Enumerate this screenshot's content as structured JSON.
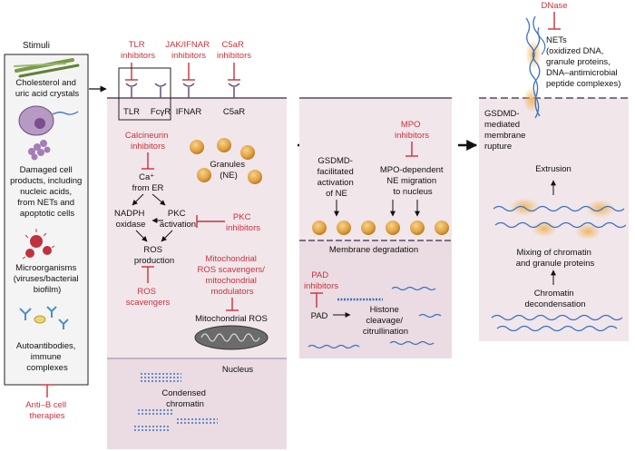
{
  "colors": {
    "inhibitor_red": "#c8323c",
    "panel_fill": "#f1e6ea",
    "panel_fill_lower": "#eadce2",
    "membrane": "#5a4a60",
    "dna_blue": "#3b6fc4",
    "granule_orange": "#e8a640"
  },
  "stimuli": {
    "title": "Stimuli",
    "items": [
      {
        "label": "Cholesterol and uric acid crystals",
        "lines": [
          "Cholesterol and",
          "uric acid crystals"
        ]
      },
      {
        "label": "Damaged cell products",
        "lines": [
          "Damaged cell",
          "products, including",
          "nucleic acids,",
          "from NETs and",
          "apoptotic cells"
        ]
      },
      {
        "label": "Microorganisms",
        "lines": [
          "Microorganisms",
          "(viruses/bacterial",
          "biofilm)"
        ]
      },
      {
        "label": "Autoantibodies",
        "lines": [
          "Autoantibodies,",
          "immune",
          "complexes"
        ]
      }
    ],
    "inhibitor": {
      "lines": [
        "Anti–B cell",
        "therapies"
      ]
    }
  },
  "receptor_inhibitors": [
    {
      "lines": [
        "TLR",
        "inhibitors"
      ]
    },
    {
      "lines": [
        "JAK/IFNAR",
        "inhibitors"
      ]
    },
    {
      "lines": [
        "C5aR",
        "inhibitors"
      ]
    }
  ],
  "receptors": [
    "TLR",
    "FcγR",
    "IFNAR",
    "C5aR"
  ],
  "panel1": {
    "calcineurin": {
      "lines": [
        "Calcineurin",
        "inhibitors"
      ]
    },
    "granules": {
      "lines": [
        "Granules",
        "(NE)"
      ]
    },
    "ca": {
      "lines": [
        "Ca⁺",
        "from ER"
      ]
    },
    "nadph": {
      "lines": [
        "NADPH",
        "oxidase"
      ]
    },
    "pkc": {
      "lines": [
        "PKC",
        "activation"
      ]
    },
    "pkc_inhibitors": {
      "lines": [
        "PKC",
        "inhibitors"
      ]
    },
    "ros": {
      "lines": [
        "ROS",
        "production"
      ]
    },
    "ros_scavengers": {
      "lines": [
        "ROS",
        "scavengers"
      ]
    },
    "mito_scavengers": {
      "lines": [
        "Mitochondrial",
        "ROS scavengers/",
        "mitochondrial",
        "modulators"
      ]
    },
    "mito_ros": "Mitochondrial ROS",
    "nucleus": "Nucleus",
    "condensed": {
      "lines": [
        "Condensed",
        "chromatin"
      ]
    }
  },
  "panel2": {
    "mpo_inhibitors": {
      "lines": [
        "MPO",
        "inhibitors"
      ]
    },
    "gsdmd_activation": {
      "lines": [
        "GSDMD-",
        "facilitated",
        "activation",
        "of NE"
      ]
    },
    "mpo_migration": {
      "lines": [
        "MPO-dependent",
        "NE migration",
        "to nucleus"
      ]
    },
    "membrane_degradation": "Membrane degradation",
    "pad_inhibitors": {
      "lines": [
        "PAD",
        "inhibitors"
      ]
    },
    "pad": "PAD",
    "histone": {
      "lines": [
        "Histone",
        "cleavage/",
        "citrullination"
      ]
    }
  },
  "panel3": {
    "dnase": "DNase",
    "nets": {
      "lines": [
        "NETs",
        "(oxidized DNA,",
        "granule proteins,",
        "DNA–antimicrobial",
        "peptide complexes)"
      ]
    },
    "gsdmd_rupture": {
      "lines": [
        "GSDMD-",
        "mediated",
        "membrane",
        "rupture"
      ]
    },
    "extrusion": "Extrusion",
    "mixing": {
      "lines": [
        "Mixing of chromatin",
        "and granule proteins"
      ]
    },
    "decondensation": {
      "lines": [
        "Chromatin",
        "decondensation"
      ]
    }
  }
}
